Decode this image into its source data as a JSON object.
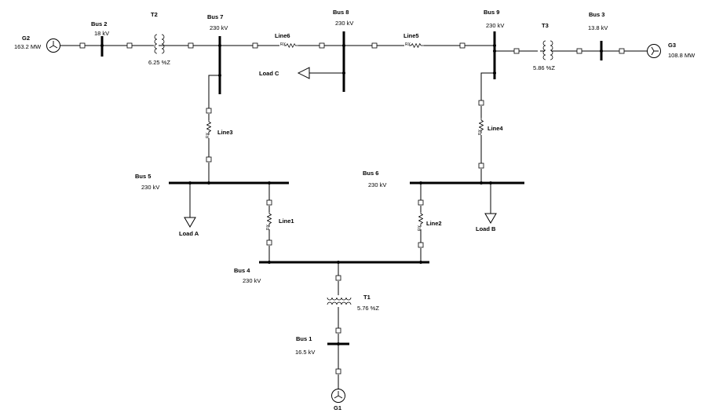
{
  "buses": {
    "bus1": {
      "name": "Bus 1",
      "voltage": "16.5 kV"
    },
    "bus2": {
      "name": "Bus 2",
      "voltage": "18 kV"
    },
    "bus3": {
      "name": "Bus 3",
      "voltage": "13.8 kV"
    },
    "bus4": {
      "name": "Bus 4",
      "voltage": "230 kV"
    },
    "bus5": {
      "name": "Bus 5",
      "voltage": "230 kV"
    },
    "bus6": {
      "name": "Bus 6",
      "voltage": "230 kV"
    },
    "bus7": {
      "name": "Bus 7",
      "voltage": "230 kV"
    },
    "bus8": {
      "name": "Bus 8",
      "voltage": "230 kV"
    },
    "bus9": {
      "name": "Bus 9",
      "voltage": "230 kV"
    }
  },
  "generators": {
    "g1": {
      "name": "G1"
    },
    "g2": {
      "name": "G2",
      "power": "163.2 MW"
    },
    "g3": {
      "name": "G3",
      "power": "108.8 MW"
    }
  },
  "transformers": {
    "t1": {
      "name": "T1",
      "impedance": "5.76 %Z"
    },
    "t2": {
      "name": "T2",
      "impedance": "6.25 %Z"
    },
    "t3": {
      "name": "T3",
      "impedance": "5.86 %Z"
    }
  },
  "lines": {
    "line1": "Line1",
    "line2": "Line2",
    "line3": "Line3",
    "line4": "Line4",
    "line5": "Line5",
    "line6": "Line6"
  },
  "loads": {
    "a": "Load A",
    "b": "Load B",
    "c": "Load C"
  }
}
